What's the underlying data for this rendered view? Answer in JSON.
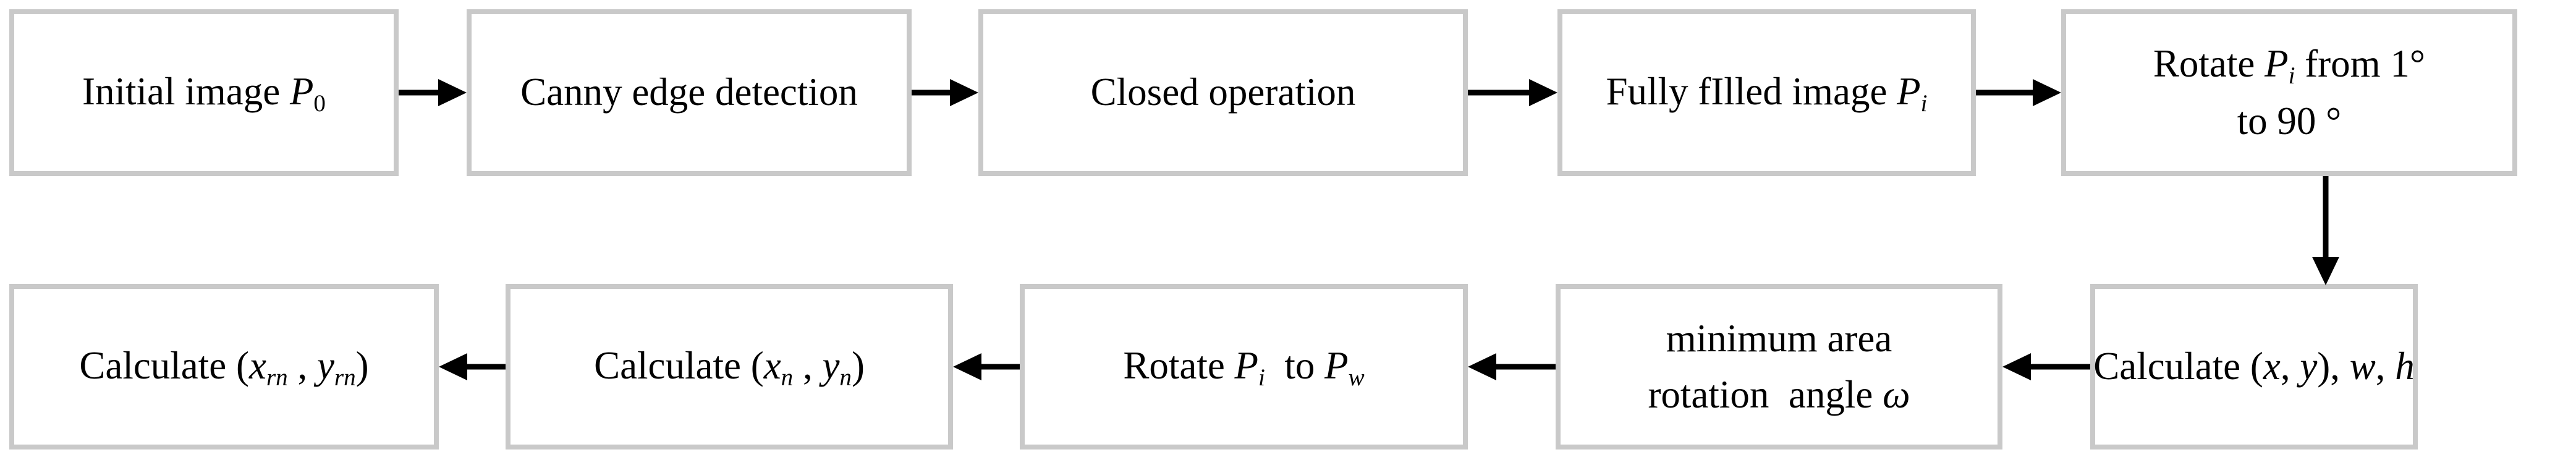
{
  "diagram": {
    "title": "Rotation calibration flowchart",
    "colors": {
      "background": "#ffffff",
      "box_border": "#c9c9c9",
      "box_fill": "#ffffff",
      "text": "#000000",
      "arrow": "#000000"
    },
    "nodes": [
      {
        "id": "initial-image",
        "row": "top",
        "segments": [
          {
            "t": "Initial image ",
            "s": "n"
          },
          {
            "t": "P",
            "s": "i"
          },
          {
            "t": "0",
            "s": "sub"
          }
        ]
      },
      {
        "id": "canny-edge-detection",
        "row": "top",
        "segments": [
          {
            "t": "Canny edge detection",
            "s": "n"
          }
        ]
      },
      {
        "id": "closed-operation",
        "row": "top",
        "segments": [
          {
            "t": "Closed operation",
            "s": "n"
          }
        ]
      },
      {
        "id": "fully-filled-image",
        "row": "top",
        "segments": [
          {
            "t": "Fully fIlled image ",
            "s": "n"
          },
          {
            "t": "P",
            "s": "i"
          },
          {
            "t": "i",
            "s": "isub"
          }
        ]
      },
      {
        "id": "rotate-1-to-90",
        "row": "top",
        "segments": [
          {
            "t": "Rotate ",
            "s": "n"
          },
          {
            "t": "P",
            "s": "i"
          },
          {
            "t": "i",
            "s": "isub"
          },
          {
            "t": " from 1°",
            "s": "n"
          },
          {
            "br": true
          },
          {
            "t": "to 90 °",
            "s": "n"
          }
        ]
      },
      {
        "id": "calculate-xrn-yrn",
        "row": "bottom",
        "segments": [
          {
            "t": "Calculate (",
            "s": "n"
          },
          {
            "t": "x",
            "s": "i"
          },
          {
            "t": "rn",
            "s": "isub"
          },
          {
            "t": " , ",
            "s": "n"
          },
          {
            "t": "y",
            "s": "i"
          },
          {
            "t": "rn",
            "s": "isub"
          },
          {
            "t": ")",
            "s": "n"
          }
        ]
      },
      {
        "id": "calculate-xn-yn",
        "row": "bottom",
        "segments": [
          {
            "t": "Calculate (",
            "s": "n"
          },
          {
            "t": "x",
            "s": "i"
          },
          {
            "t": "n",
            "s": "isub"
          },
          {
            "t": " , ",
            "s": "n"
          },
          {
            "t": "y",
            "s": "i"
          },
          {
            "t": "n",
            "s": "isub"
          },
          {
            "t": ")",
            "s": "n"
          }
        ]
      },
      {
        "id": "rotate-pi-to-pw",
        "row": "bottom",
        "segments": [
          {
            "t": "Rotate ",
            "s": "n"
          },
          {
            "t": "P",
            "s": "i"
          },
          {
            "t": "i",
            "s": "isub"
          },
          {
            "t": "  to ",
            "s": "n"
          },
          {
            "t": "P",
            "s": "i"
          },
          {
            "t": "w",
            "s": "isub"
          }
        ]
      },
      {
        "id": "min-area-rotation-angle",
        "row": "bottom",
        "segments": [
          {
            "t": "minimum area",
            "s": "n"
          },
          {
            "br": true
          },
          {
            "t": "rotation  angle ",
            "s": "n"
          },
          {
            "t": "ω",
            "s": "i"
          }
        ]
      },
      {
        "id": "calculate-xy-wh",
        "row": "bottom",
        "segments": [
          {
            "t": "Calculate (",
            "s": "n"
          },
          {
            "t": "x",
            "s": "i"
          },
          {
            "t": ", ",
            "s": "n"
          },
          {
            "t": "y",
            "s": "i"
          },
          {
            "t": "), ",
            "s": "n"
          },
          {
            "t": "w",
            "s": "i"
          },
          {
            "t": ", ",
            "s": "n"
          },
          {
            "t": "h",
            "s": "i"
          }
        ]
      }
    ],
    "connectors": [
      {
        "from": "initial-image",
        "to": "canny-edge-detection",
        "direction": "right"
      },
      {
        "from": "canny-edge-detection",
        "to": "closed-operation",
        "direction": "right"
      },
      {
        "from": "closed-operation",
        "to": "fully-filled-image",
        "direction": "right"
      },
      {
        "from": "fully-filled-image",
        "to": "rotate-1-to-90",
        "direction": "right"
      },
      {
        "from": "rotate-1-to-90",
        "to": "calculate-xy-wh",
        "direction": "down"
      },
      {
        "from": "calculate-xy-wh",
        "to": "min-area-rotation-angle",
        "direction": "left"
      },
      {
        "from": "min-area-rotation-angle",
        "to": "rotate-pi-to-pw",
        "direction": "left"
      },
      {
        "from": "rotate-pi-to-pw",
        "to": "calculate-xn-yn",
        "direction": "left"
      },
      {
        "from": "calculate-xn-yn",
        "to": "calculate-xrn-yrn",
        "direction": "left"
      }
    ]
  }
}
